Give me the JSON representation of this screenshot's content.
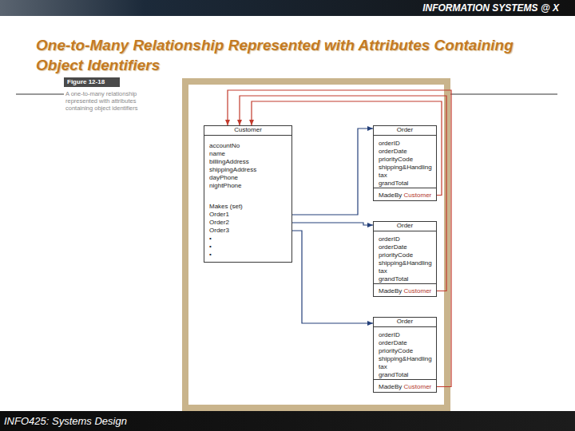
{
  "diagram": {
    "title": "One-to-Many Relationship Represented with Attributes Containing Object Identifiers",
    "caption": "A one-to-many relationship represented with attributes containing object identifiers",
    "nodes": [
      {
        "text": [
          "Customer",
          "accountNo",
          "name",
          "billingAddress",
          "shippingAddress",
          "dayPhone",
          "nightPhone",
          "Makes (set)",
          "Order1",
          "Order2",
          "Order3",
          "•",
          "•",
          "•"
        ]
      },
      {
        "text": [
          "Order",
          "orderID",
          "orderDate",
          "priorityCode",
          "shipping&Handling",
          "tax",
          "grandTotal",
          "MadeBy",
          "Customer"
        ]
      },
      {
        "text": [
          "Order",
          "orderID",
          "orderDate",
          "priorityCode",
          "shipping&Handling",
          "tax",
          "grandTotal",
          "MadeBy",
          "Customer"
        ]
      },
      {
        "text": [
          "Order",
          "orderID",
          "orderDate",
          "priorityCode",
          "shipping&Handling",
          "tax",
          "grandTotal",
          "MadeBy",
          "Customer"
        ]
      }
    ],
    "edges": [
      {
        "from": 0,
        "to": 1,
        "arrow": "to"
      },
      {
        "from": 0,
        "to": 2,
        "arrow": "to"
      },
      {
        "from": 0,
        "to": 3,
        "arrow": "to"
      },
      {
        "from": 1,
        "to": 0,
        "arrow": "to"
      },
      {
        "from": 2,
        "to": 0,
        "arrow": "to"
      },
      {
        "from": 3,
        "to": 0,
        "arrow": "to"
      }
    ],
    "labels": [
      "INFORMATION SYSTEMS @ X",
      "Figure 12-18",
      "INFO425: Systems Design"
    ]
  }
}
